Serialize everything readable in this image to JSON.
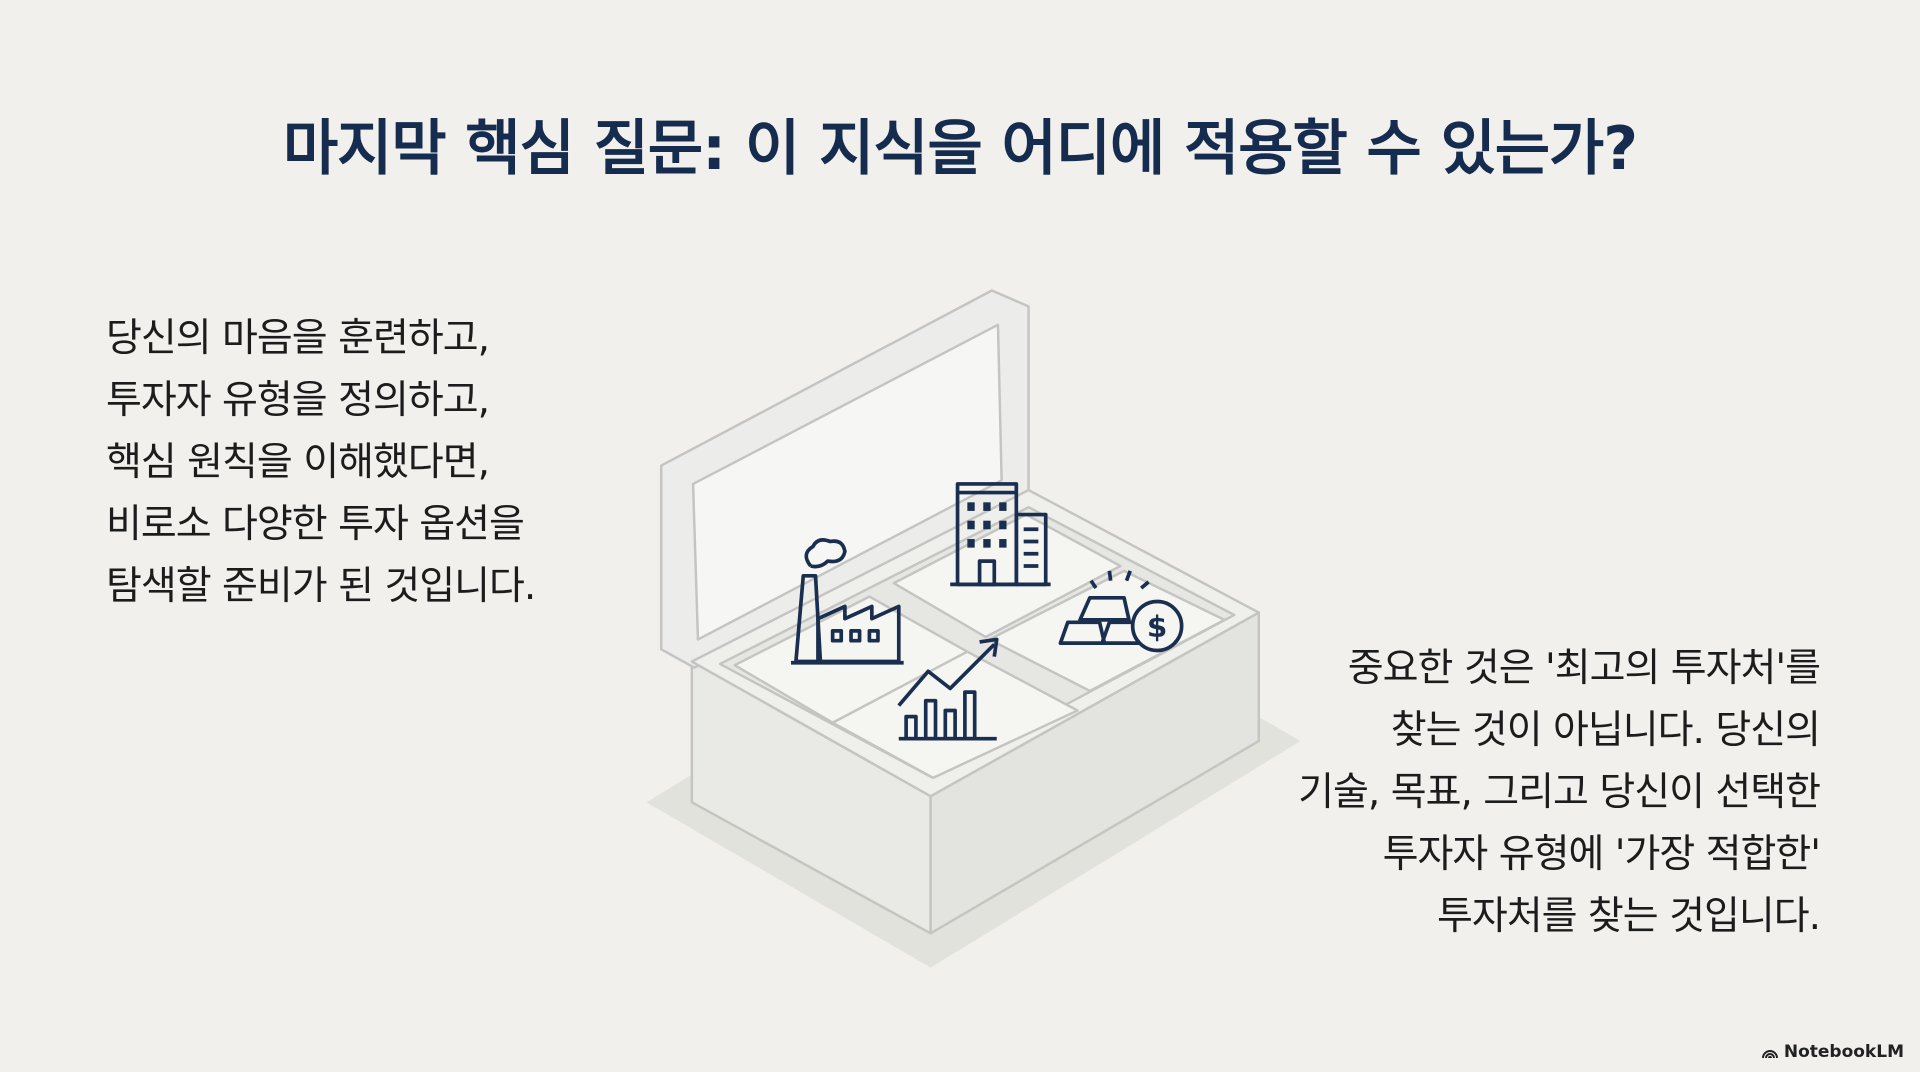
{
  "title": "마지막 핵심 질문: 이 지식을 어디에 적용할 수 있는가?",
  "left_text": [
    "당신의 마음을 훈련하고,",
    "투자자 유형을 정의하고,",
    "핵심 원칙을 이해했다면,",
    "비로소 다양한 투자 옵션을",
    "탐색할 준비가 된 것입니다."
  ],
  "right_text": [
    "중요한 것은 '최고의 투자처'를",
    "찾는 것이 아닙니다. 당신의",
    "기술, 목표, 그리고 당신이 선택한",
    "투자자 유형에 '가장 적합한'",
    "투자처를 찾는 것입니다."
  ],
  "illustration": {
    "icons": [
      "factory-icon",
      "office-building-icon",
      "gold-bars-dollar-icon",
      "growth-chart-icon"
    ],
    "icon_color": "#1a2e4f",
    "dollar_symbol": "$"
  },
  "brand": "NotebookLM",
  "colors": {
    "title": "#152c4f",
    "background": "#f1f0ec"
  }
}
